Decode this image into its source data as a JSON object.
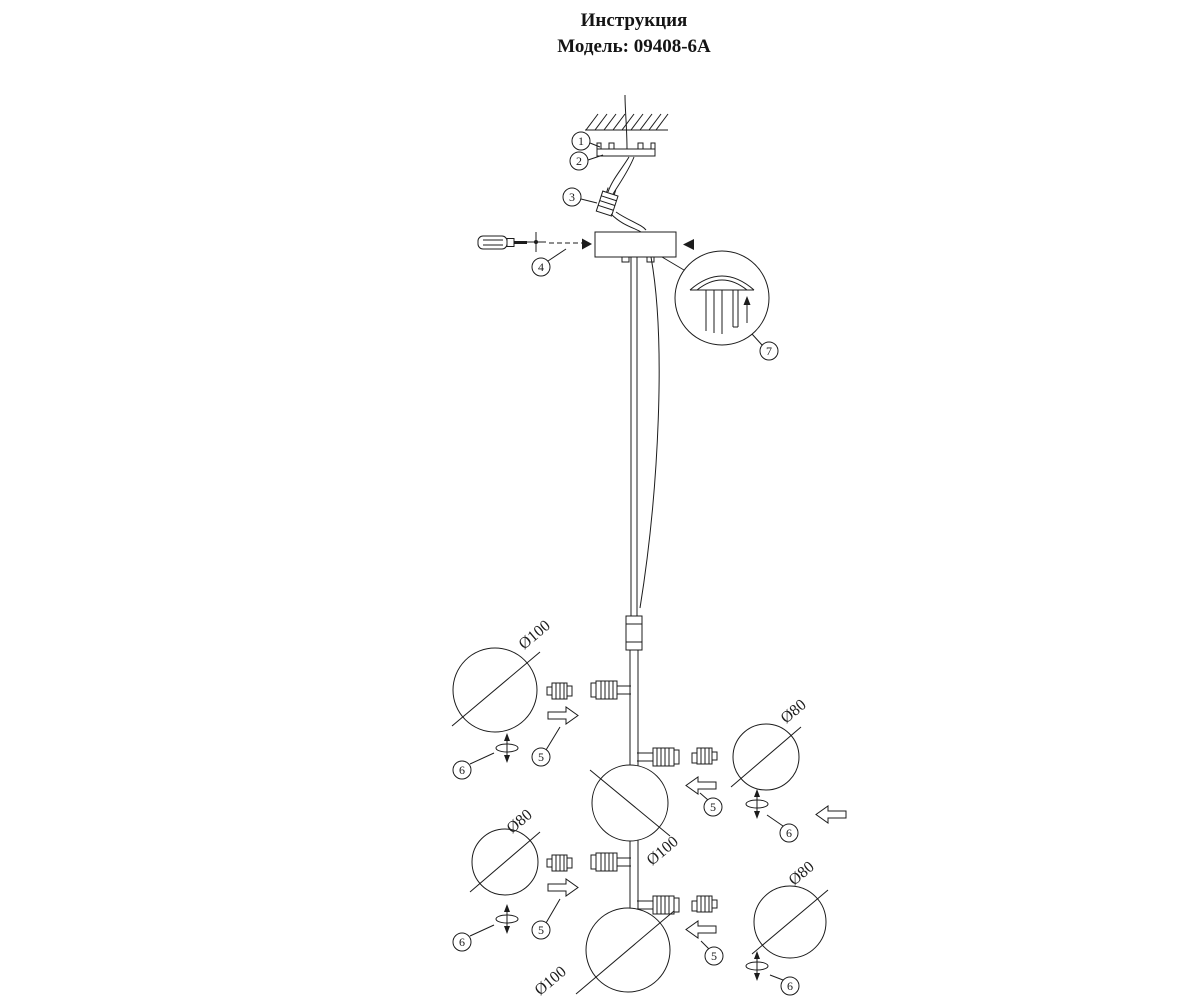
{
  "header": {
    "title": "Инструкция",
    "model": "Модель: 09408-6A"
  },
  "callouts": {
    "n1": "1",
    "n2": "2",
    "n3": "3",
    "n4": "4",
    "n5": "5",
    "n6": "6",
    "n7": "7"
  },
  "spheres": {
    "top_left": "Ø100",
    "mid_right": "Ø80",
    "middle": "Ø100",
    "mid_left": "Ø80",
    "bottom_right": "Ø80",
    "bottom": "Ø100"
  },
  "colors": {
    "ink": "#1c1c1c",
    "paper": "#ffffff"
  }
}
